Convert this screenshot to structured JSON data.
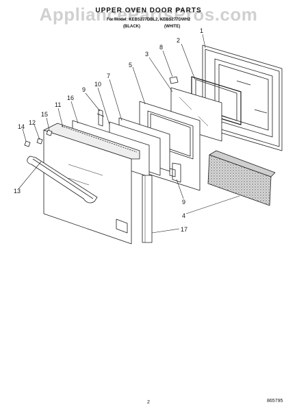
{
  "header": {
    "watermark": "AppliancePartsPros.com",
    "title": "UPPER OVEN DOOR PARTS",
    "model_line": "For Model: KEBS277DBL2, KEBS277DWH2",
    "color_left": "(BLACK)",
    "color_right": "(WHITE)"
  },
  "footer": {
    "page_number": "2",
    "drawing_number": "865795"
  },
  "callouts": [
    "1",
    "2",
    "3",
    "4",
    "5",
    "7",
    "8",
    "9",
    "9",
    "10",
    "11",
    "12",
    "13",
    "14",
    "15",
    "16",
    "17"
  ],
  "colors": {
    "line": "#1a1a1a",
    "insulation": "#888888"
  }
}
